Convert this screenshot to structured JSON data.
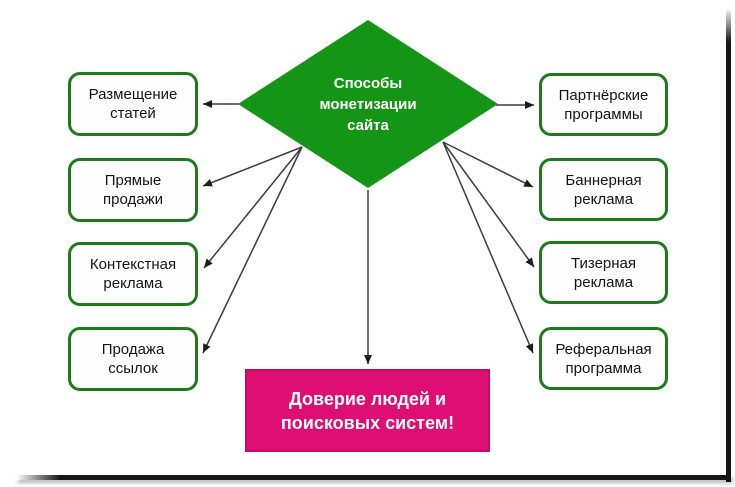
{
  "center": {
    "label": "Способы\nмонетизации\nсайта"
  },
  "left_nodes": [
    {
      "label": "Размещение\nстатей"
    },
    {
      "label": "Прямые\nпродажи"
    },
    {
      "label": "Контекстная\nреклама"
    },
    {
      "label": "Продажа\nссылок"
    }
  ],
  "right_nodes": [
    {
      "label": "Партнёрские\nпрограммы"
    },
    {
      "label": "Баннерная\nреклама"
    },
    {
      "label": "Тизерная\nреклама"
    },
    {
      "label": "Реферальная\nпрограмма"
    }
  ],
  "result": {
    "label": "Доверие людей и\nпоисковых систем!"
  },
  "colors": {
    "diamond_fill": "#159515",
    "node_border": "#1c7c1c",
    "result_fill": "#df0e72",
    "arrow": "#3c3c3c",
    "result_arrow": "#6e6e6e"
  }
}
